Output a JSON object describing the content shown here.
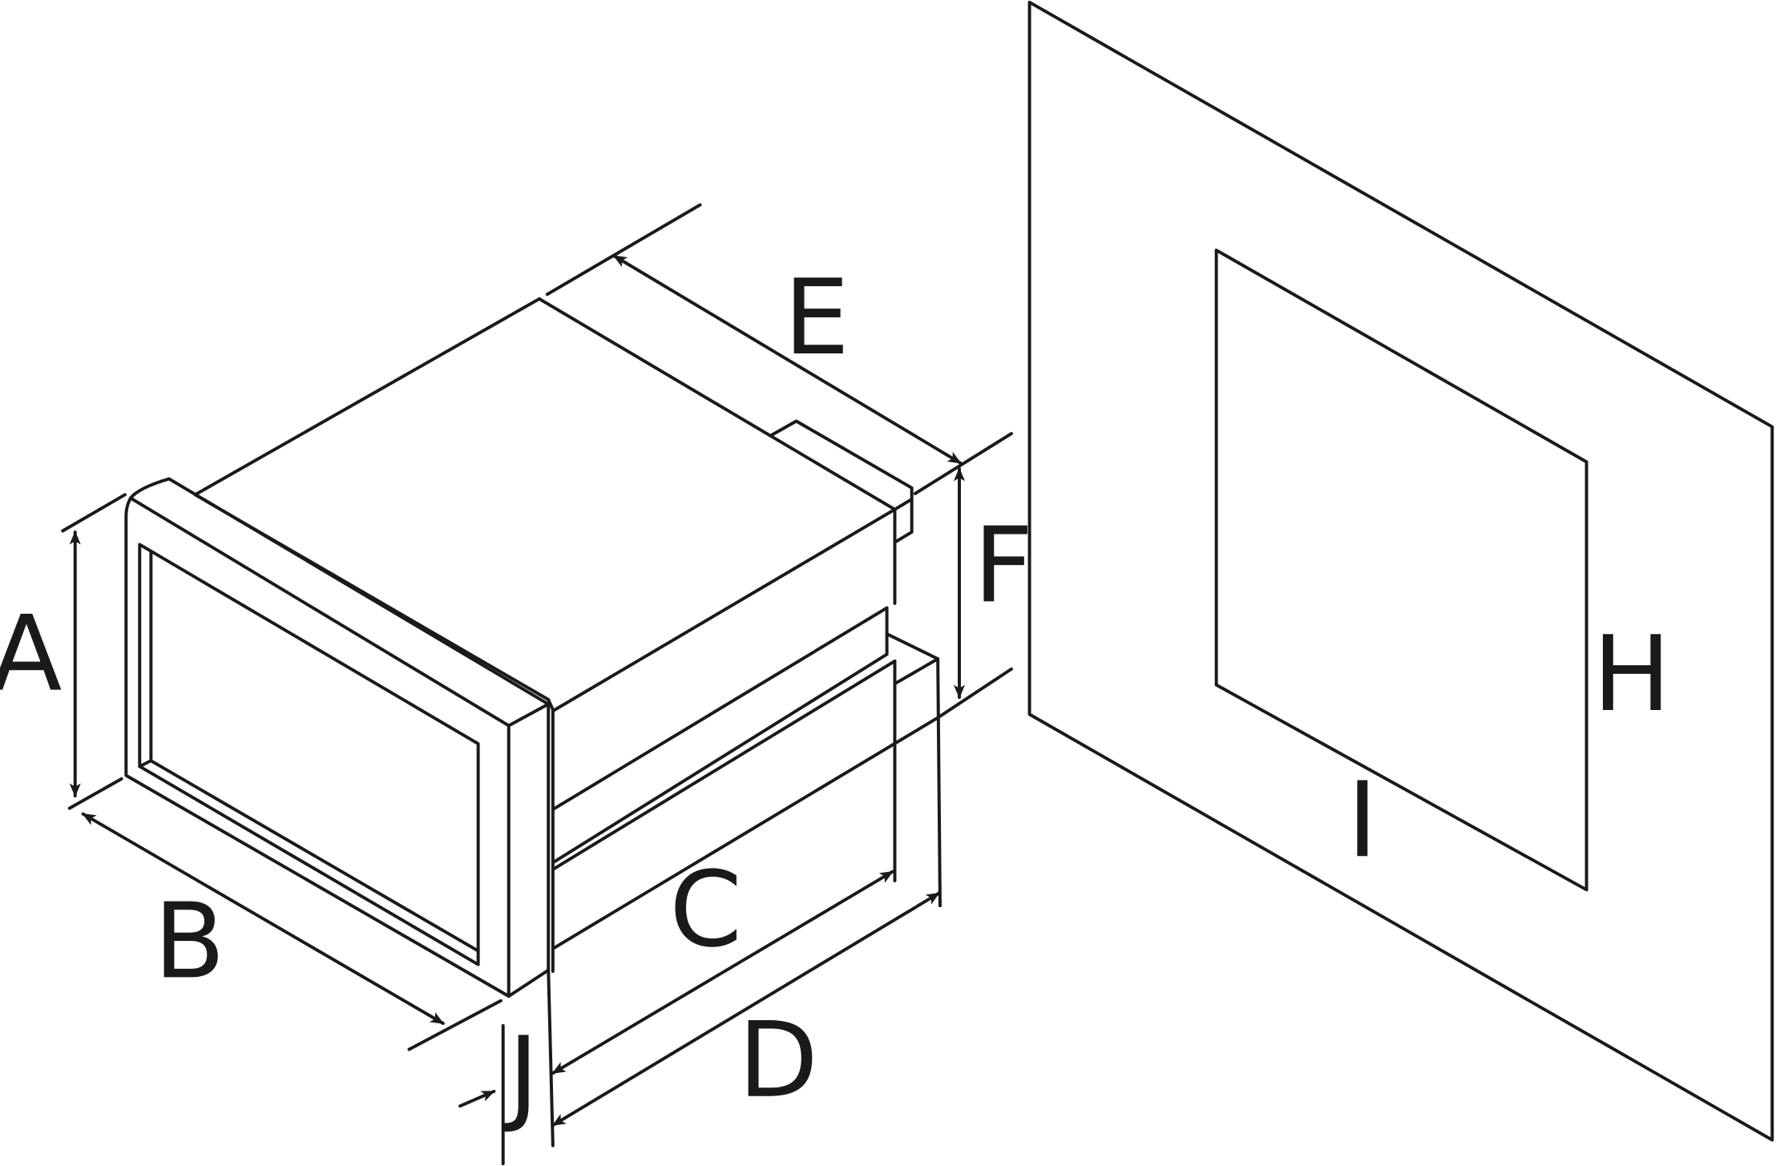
{
  "diagram": {
    "labels": {
      "A": "A",
      "B": "B",
      "C": "C",
      "D": "D",
      "E": "E",
      "F": "F",
      "H": "H",
      "I": "I",
      "J": "J"
    },
    "colors": {
      "stroke": "#1a1a1a",
      "background": "#ffffff"
    }
  }
}
